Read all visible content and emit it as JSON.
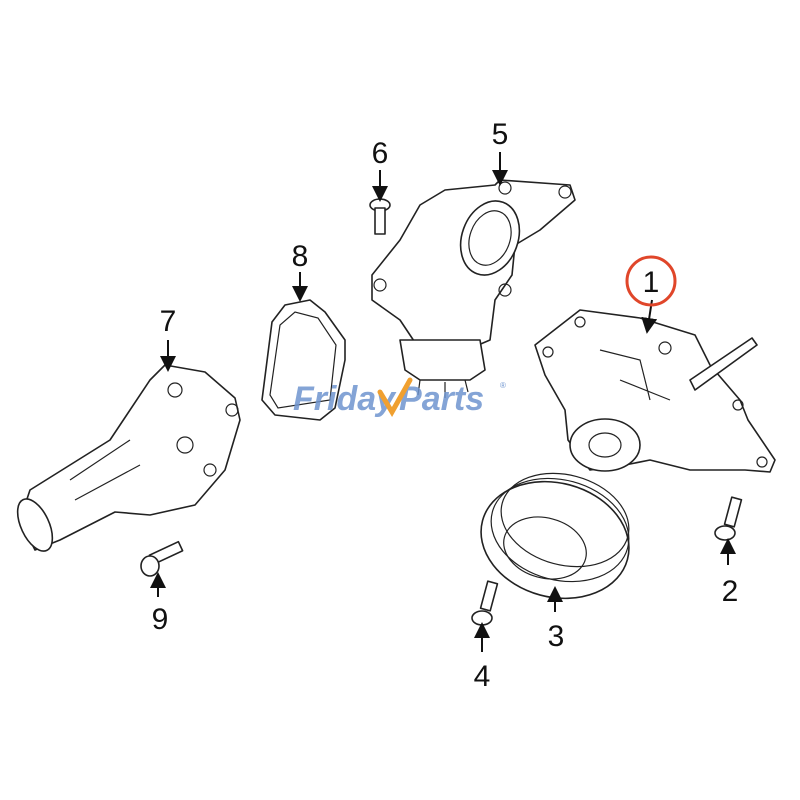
{
  "watermark": {
    "brand_part1": "Friday",
    "brand_part2": "Parts",
    "mark": "®",
    "color_blue": "#6f95cf",
    "color_orange": "#f0a030"
  },
  "highlight_color": "#e0462a",
  "callouts": [
    {
      "id": "1",
      "label": "1",
      "highlighted": true
    },
    {
      "id": "2",
      "label": "2"
    },
    {
      "id": "3",
      "label": "3"
    },
    {
      "id": "4",
      "label": "4"
    },
    {
      "id": "5",
      "label": "5"
    },
    {
      "id": "6",
      "label": "6"
    },
    {
      "id": "7",
      "label": "7"
    },
    {
      "id": "8",
      "label": "8"
    },
    {
      "id": "9",
      "label": "9"
    }
  ]
}
